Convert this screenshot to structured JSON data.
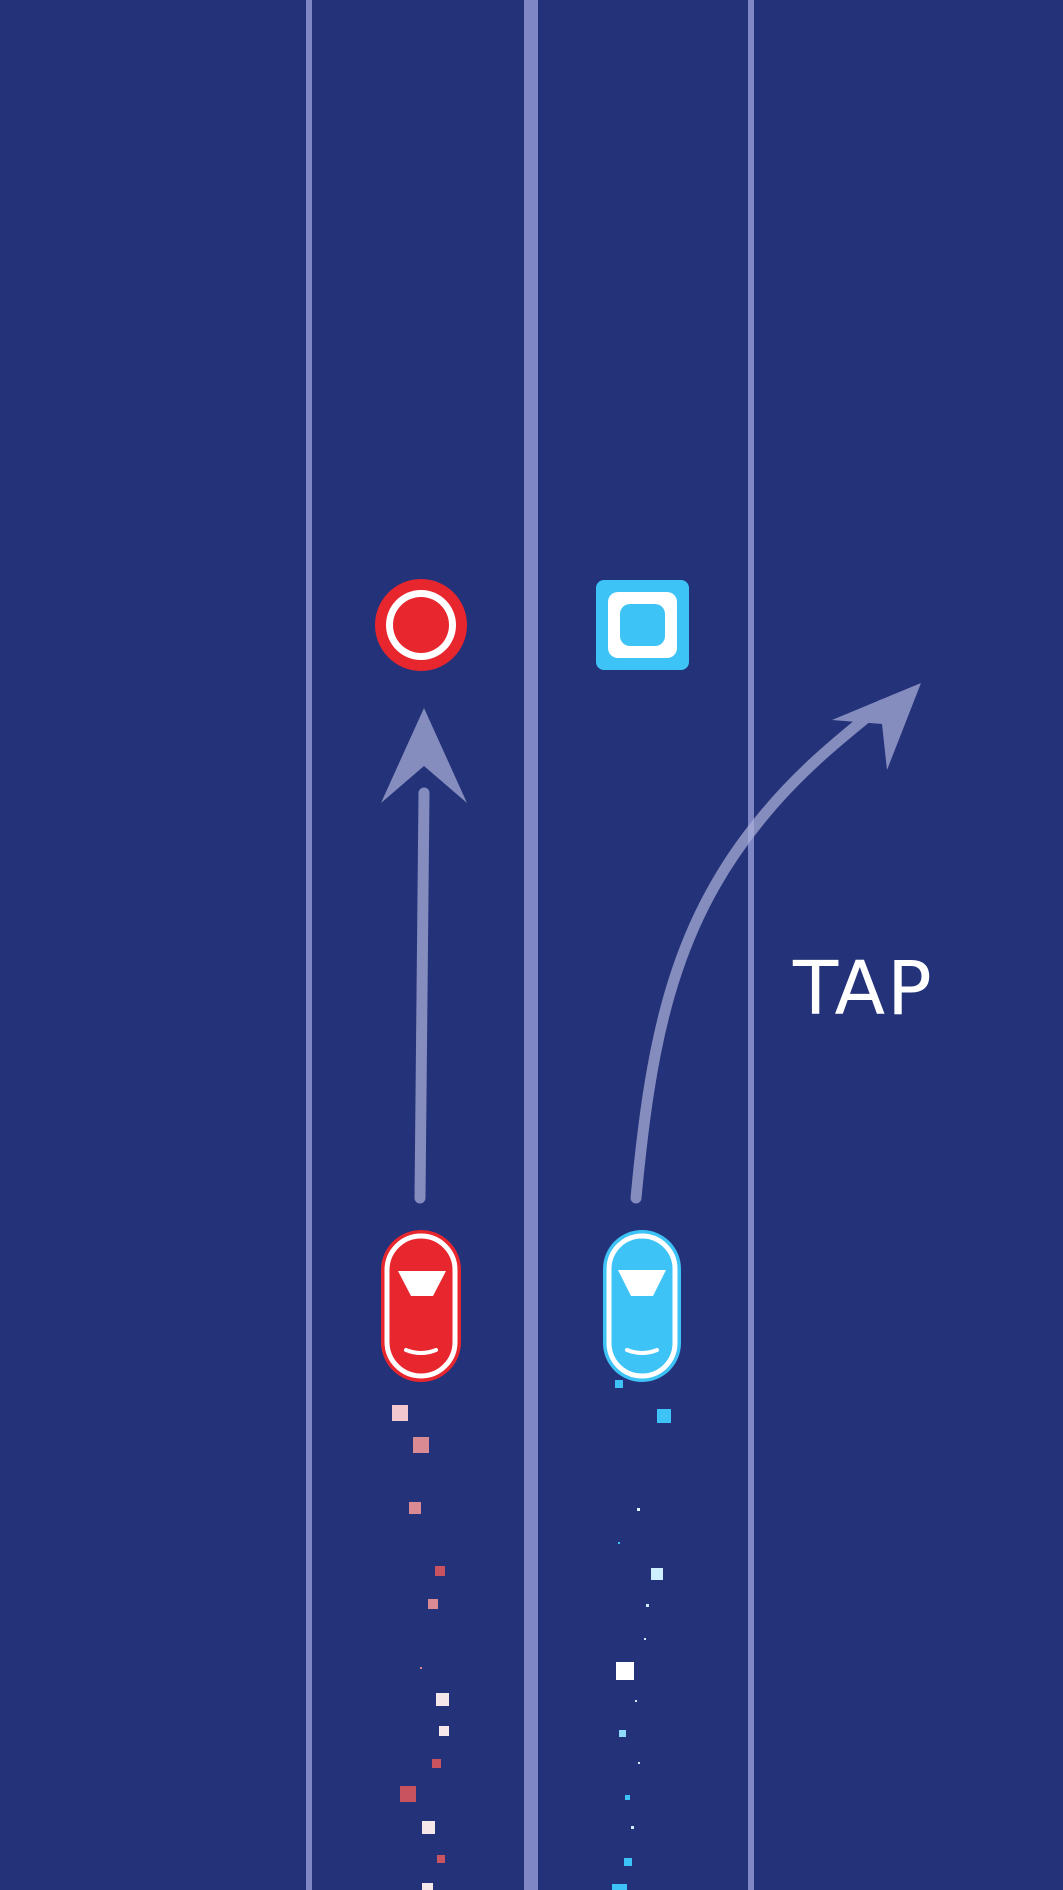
{
  "game": {
    "hint_text": "TAP",
    "colors": {
      "background": "#24327a",
      "lane_line": "#7f87c4",
      "red_car": "#e8262e",
      "blue_car": "#3ec3f7",
      "guide_arrow": "#aab0d8"
    },
    "left_car": {
      "color_name": "red",
      "target": "circle"
    },
    "right_car": {
      "color_name": "blue",
      "target": "square"
    },
    "icons": {
      "red_target": "red-circle-icon",
      "blue_target": "blue-square-icon",
      "straight_arrow": "straight-arrow-icon",
      "turn_arrow": "turn-right-arrow-icon"
    }
  }
}
